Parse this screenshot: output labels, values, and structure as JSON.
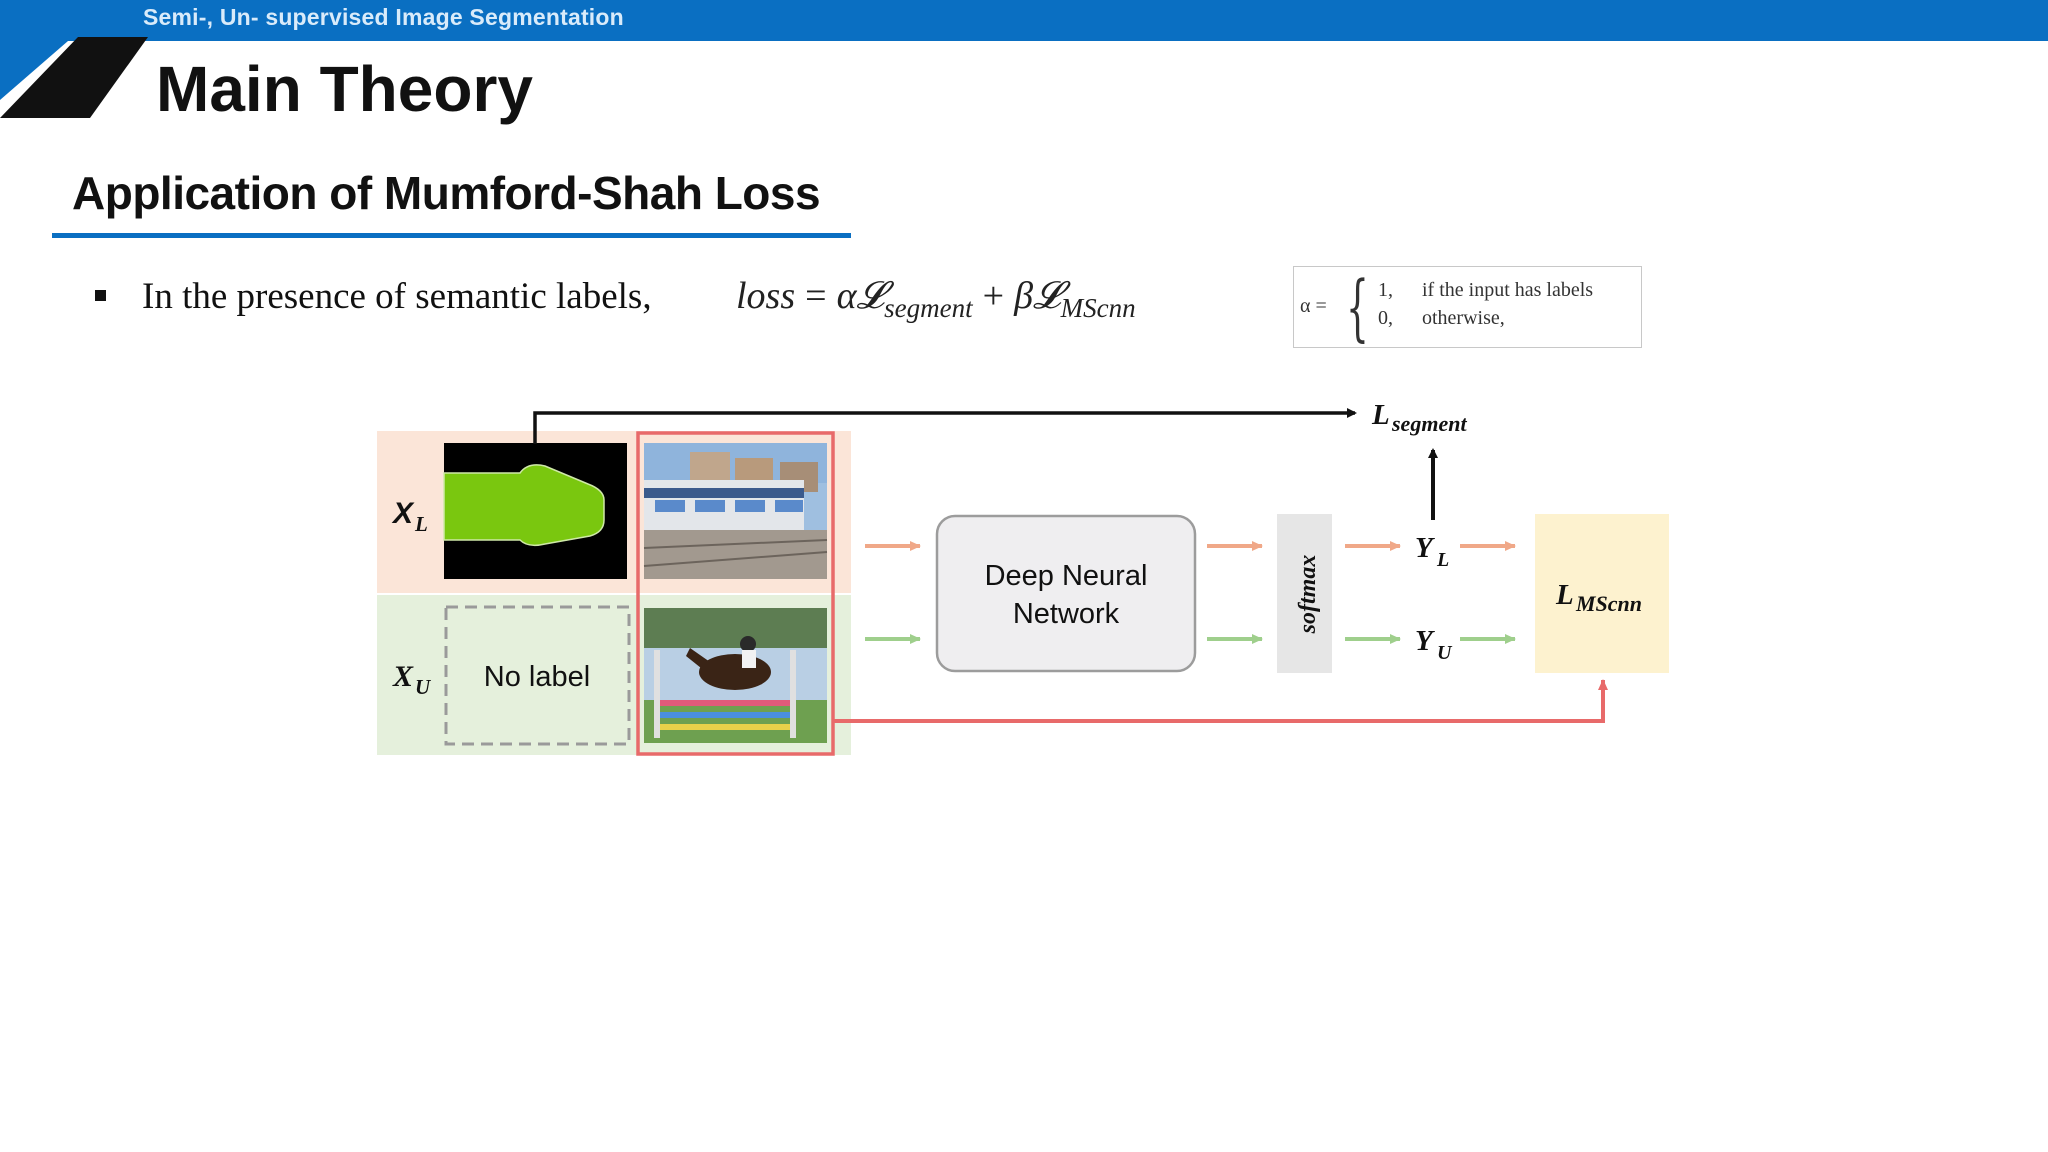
{
  "header": {
    "course_label": "Semi-, Un- supervised Image Segmentation",
    "page_title": "Main Theory",
    "section_title": "Application of Mumford-Shah Loss",
    "accent_color": "#0a6fc2"
  },
  "bullet": {
    "text": "In the presence of semantic labels,"
  },
  "equation": {
    "lhs": "loss",
    "equals": "=",
    "term1_coef": "α",
    "term1_symbol": "𝓛",
    "term1_sub": "segment",
    "plus": "+",
    "term2_coef": "β",
    "term2_symbol": "𝓛",
    "term2_sub": "MScnn"
  },
  "alpha_definition": {
    "lhs": "α =",
    "case1_value": "1,",
    "case1_condition": "if the input has labels",
    "case2_value": "0,",
    "case2_condition": "otherwise,"
  },
  "diagram": {
    "labeled_input_label": "X",
    "labeled_input_sub": "L",
    "unlabeled_input_label": "X",
    "unlabeled_input_sub": "U",
    "no_label_text": "No label",
    "network_line1": "Deep Neural",
    "network_line2": "Network",
    "softmax_label": "softmax",
    "output_labeled": "Y",
    "output_labeled_sub": "L",
    "output_unlabeled": "Y",
    "output_unlabeled_sub": "U",
    "segment_loss": "L",
    "segment_loss_sub": "segment",
    "mscnn_loss": "L",
    "mscnn_loss_sub": "MScnn",
    "colors": {
      "labeled_row_bg": "#fbe5d8",
      "unlabeled_row_bg": "#e5f0dc",
      "labeled_arrow": "#f0a888",
      "unlabeled_arrow": "#9fcf8c",
      "highlight_red": "#e86a6a",
      "mask_green": "#7ac70f",
      "mscnn_box": "#fdf2cf",
      "network_box": "#efeef0"
    }
  }
}
